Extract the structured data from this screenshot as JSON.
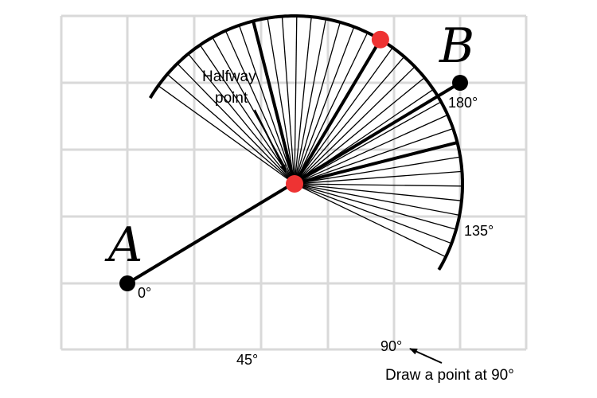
{
  "points": {
    "a_label": "A",
    "b_label": "B"
  },
  "labels": {
    "halfway_line1": "Halfway",
    "halfway_line2": "point",
    "deg_0": "0°",
    "deg_45": "45°",
    "deg_90": "90°",
    "deg_135": "135°",
    "deg_180": "180°",
    "draw_point": "Draw a point at 90°"
  },
  "protractor": {
    "tick_step_degrees": 5,
    "major_ticks_degrees": [
      0,
      45,
      90,
      135,
      180
    ],
    "marked_angle_degrees": 90
  },
  "colors": {
    "grid": "#d9d9d9",
    "line": "#000000",
    "red_point": "#ee3333"
  }
}
